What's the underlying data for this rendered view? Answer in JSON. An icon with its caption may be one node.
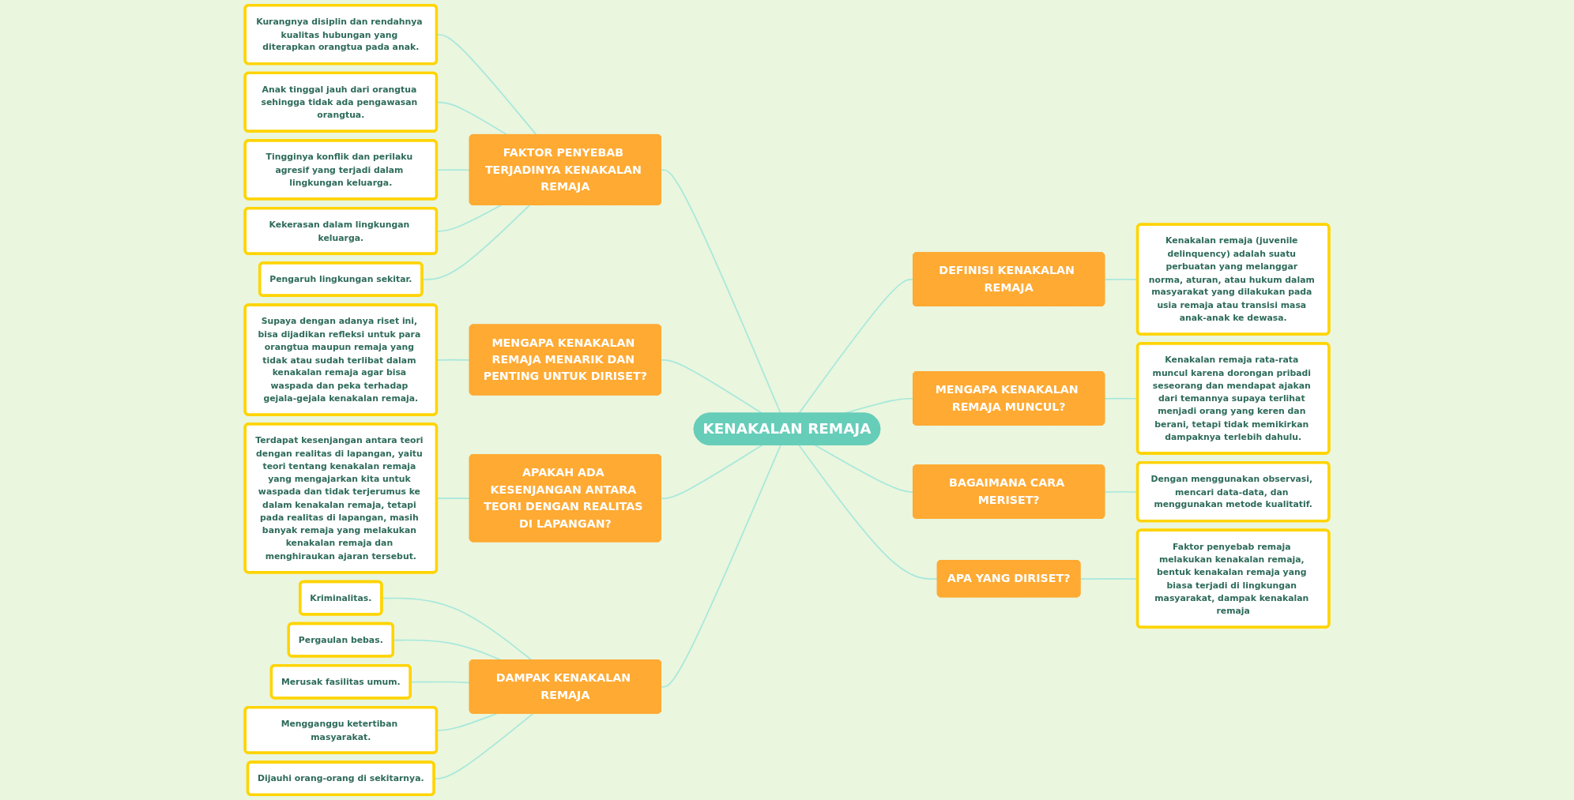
{
  "diagram": {
    "nodes": [
      {
        "text": [
          "KENAKALAN REMAJA"
        ]
      },
      {
        "text": [
          "FAKTOR PENYEBAB TERJADINYA KENAKALAN REMAJA"
        ]
      },
      {
        "text": [
          "Kurangnya disiplin dan rendahnya kualitas hubungan yang diterapkan orangtua pada anak."
        ]
      },
      {
        "text": [
          "Anak tinggal jauh dari orangtua sehingga tidak ada pengawasan orangtua."
        ]
      },
      {
        "text": [
          "Tingginya konflik dan perilaku agresif yang terjadi dalam lingkungan keluarga."
        ]
      },
      {
        "text": [
          "Kekerasan dalam lingkungan keluarga."
        ]
      },
      {
        "text": [
          "Pengaruh lingkungan sekitar."
        ]
      },
      {
        "text": [
          "MENGAPA KENAKALAN REMAJA MENARIK DAN PENTING UNTUK DIRISET?"
        ]
      },
      {
        "text": [
          "Supaya dengan adanya riset ini, bisa dijadikan refleksi untuk para orangtua maupun remaja yang tidak atau sudah terlibat dalam kenakalan remaja agar bisa waspada dan peka terhadap gejala-gejala kenakalan remaja."
        ]
      },
      {
        "text": [
          "APAKAH ADA KESENJANGAN ANTARA TEORI DENGAN REALITAS DI LAPANGAN?"
        ]
      },
      {
        "text": [
          "Terdapat kesenjangan antara teori dengan realitas di lapangan, yaitu teori tentang kenakalan remaja yang mengajarkan kita untuk waspada dan tidak terjerumus ke dalam kenakalan remaja, tetapi pada realitas di lapangan, masih banyak remaja yang melakukan kenakalan remaja dan menghiraukan ajaran tersebut."
        ]
      },
      {
        "text": [
          "DAMPAK KENAKALAN REMAJA"
        ]
      },
      {
        "text": [
          "Kriminalitas."
        ]
      },
      {
        "text": [
          "Pergaulan bebas."
        ]
      },
      {
        "text": [
          "Merusak fasilitas umum."
        ]
      },
      {
        "text": [
          "Mengganggu ketertiban masyarakat."
        ]
      },
      {
        "text": [
          "Dijauhi orang-orang di sekitarnya."
        ]
      },
      {
        "text": [
          "DEFINISI KENAKALAN REMAJA"
        ]
      },
      {
        "text": [
          "Kenakalan remaja (juvenile delinquency) adalah suatu perbuatan yang melanggar norma, aturan, atau hukum dalam masyarakat yang dilakukan pada usia remaja atau transisi masa anak-anak ke dewasa."
        ]
      },
      {
        "text": [
          "MENGAPA KENAKALAN REMAJA MUNCUL?"
        ]
      },
      {
        "text": [
          "Kenakalan remaja rata-rata muncul karena dorongan pribadi seseorang dan mendapat ajakan dari temannya supaya terlihat menjadi orang yang keren dan berani, tetapi tidak memikirkan dampaknya terlebih dahulu."
        ]
      },
      {
        "text": [
          "BAGAIMANA CARA MERISET?"
        ]
      },
      {
        "text": [
          "Dengan menggunakan observasi, mencari data-data, dan menggunakan metode kualitatif."
        ]
      },
      {
        "text": [
          "APA YANG DIRISET?"
        ]
      },
      {
        "text": [
          "Faktor penyebab remaja melakukan kenakalan remaja, bentuk kenakalan remaja yang biasa terjadi di lingkungan masyarakat, dampak kenakalan remaja"
        ]
      }
    ],
    "edges": [
      {
        "from": 1,
        "to": 0,
        "arrow": "none"
      },
      {
        "from": 2,
        "to": 1,
        "arrow": "none"
      },
      {
        "from": 3,
        "to": 1,
        "arrow": "none"
      },
      {
        "from": 4,
        "to": 1,
        "arrow": "none"
      },
      {
        "from": 5,
        "to": 1,
        "arrow": "none"
      },
      {
        "from": 6,
        "to": 1,
        "arrow": "none"
      },
      {
        "from": 7,
        "to": 0,
        "arrow": "none"
      },
      {
        "from": 8,
        "to": 7,
        "arrow": "none"
      },
      {
        "from": 9,
        "to": 0,
        "arrow": "none"
      },
      {
        "from": 10,
        "to": 9,
        "arrow": "none"
      },
      {
        "from": 11,
        "to": 0,
        "arrow": "none"
      },
      {
        "from": 12,
        "to": 11,
        "arrow": "none"
      },
      {
        "from": 13,
        "to": 11,
        "arrow": "none"
      },
      {
        "from": 14,
        "to": 11,
        "arrow": "none"
      },
      {
        "from": 15,
        "to": 11,
        "arrow": "none"
      },
      {
        "from": 16,
        "to": 11,
        "arrow": "none"
      },
      {
        "from": 0,
        "to": 17,
        "arrow": "none"
      },
      {
        "from": 17,
        "to": 18,
        "arrow": "none"
      },
      {
        "from": 0,
        "to": 19,
        "arrow": "none"
      },
      {
        "from": 19,
        "to": 20,
        "arrow": "none"
      },
      {
        "from": 0,
        "to": 21,
        "arrow": "none"
      },
      {
        "from": 21,
        "to": 22,
        "arrow": "none"
      },
      {
        "from": 0,
        "to": 23,
        "arrow": "none"
      },
      {
        "from": 23,
        "to": 24,
        "arrow": "none"
      }
    ]
  }
}
